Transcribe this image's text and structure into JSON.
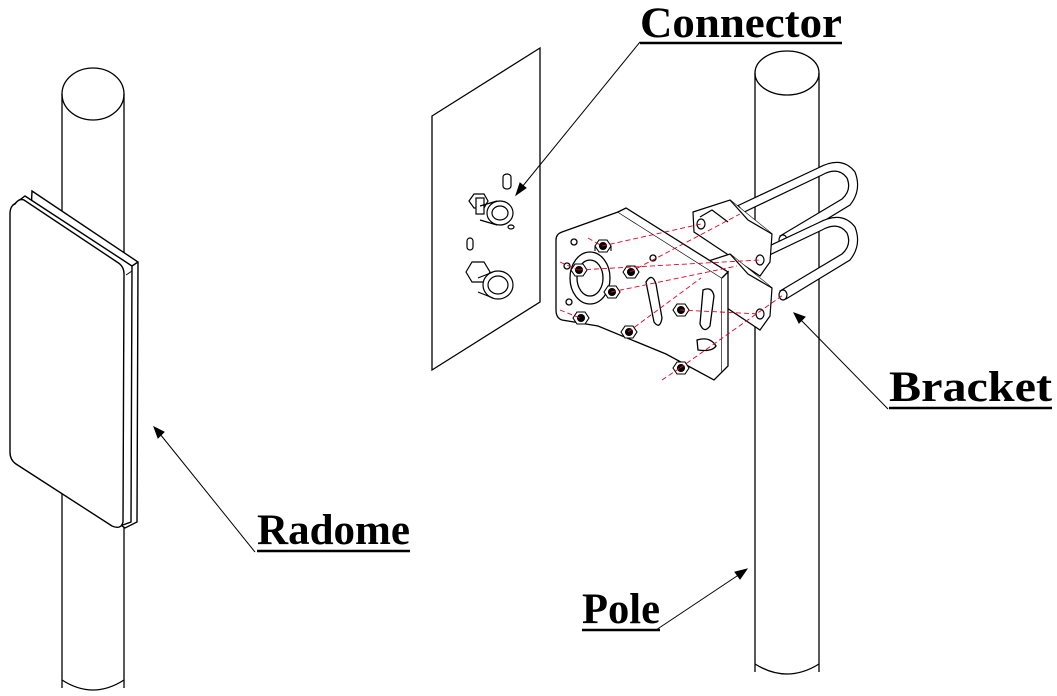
{
  "labels": {
    "connector": "Connector",
    "radome": "Radome",
    "bracket": "Bracket",
    "pole": "Pole"
  },
  "colors": {
    "line": "#000000",
    "guide": "#e8001c",
    "background": "#ffffff"
  }
}
